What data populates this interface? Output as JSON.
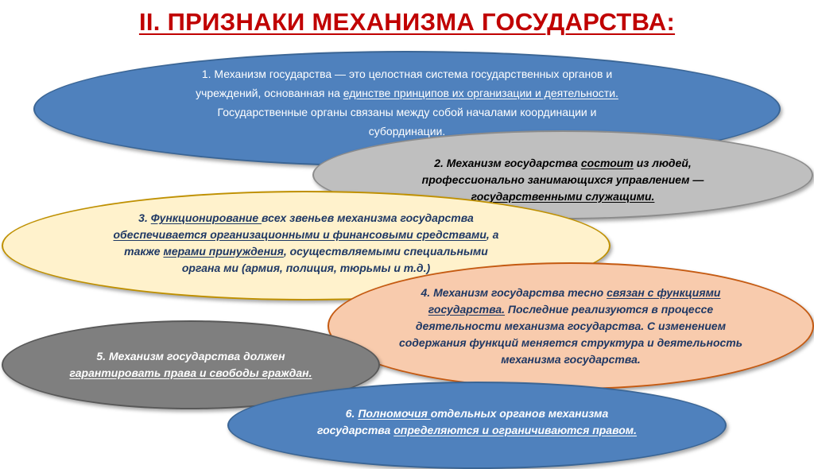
{
  "title": "II. ПРИЗНАКИ МЕХАНИЗМА ГОСУДАРСТВА:",
  "items": [
    {
      "n1": "1. Механизм государства — это целостная система государственных органов и учреждений, основанная на ",
      "u1": "единстве принципов их организации и деятельности.",
      "n2": " Государственные органы связаны между собой началами координации и субординации."
    },
    {
      "n1": "2. Механизм государства ",
      "u1": "состоит",
      "n2": " из людей, профессионально занимающихся управлением — ",
      "u2": "государственными служащими."
    },
    {
      "n1": "3. ",
      "u1": "Функционирование ",
      "n2": "всех звеньев механизма государства ",
      "u2": "обеспечивается организационными и финансовыми средствами",
      "n3": ", а также ",
      "u3": "мерами принуждения",
      "n4": ", осуществляемыми специальными органа ми (армия, полиция, тюрьмы и т.д.)"
    },
    {
      "n1": "4. Механизм государства тесно ",
      "u1": "связан с функциями государства.",
      "n2": " Последние реализуются в процессе деятельности механизма государства. С изменением содержания функций меняется структура и деятельность механизма государства."
    },
    {
      "n1": "5. Механизм государства должен ",
      "u1": "гарантировать права и свободы граждан."
    },
    {
      "n1": "6. ",
      "u1": "Полномочия ",
      "n2": "отдельных органов механизма государства ",
      "u2": "определяются и ограничиваются правом."
    }
  ]
}
